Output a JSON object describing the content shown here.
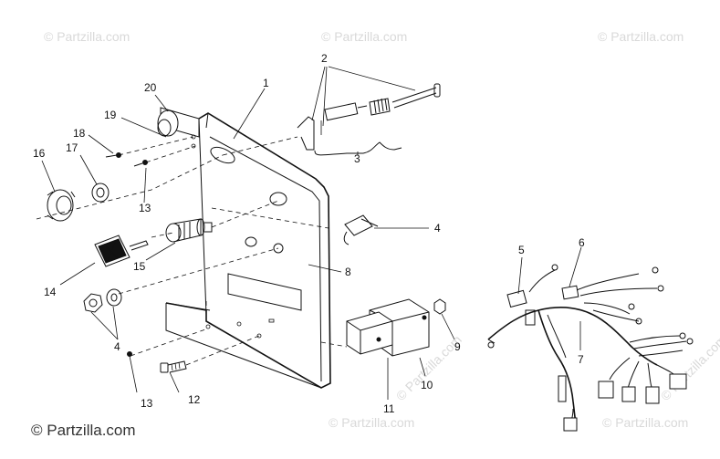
{
  "watermark": {
    "text": "© Partzilla.com",
    "color": "#d9d9d9"
  },
  "footer_text": "© Partzilla.com",
  "callouts": [
    {
      "id": "c1",
      "label": "1"
    },
    {
      "id": "c2",
      "label": "2"
    },
    {
      "id": "c3",
      "label": "3"
    },
    {
      "id": "c4a",
      "label": "4"
    },
    {
      "id": "c4b",
      "label": "4"
    },
    {
      "id": "c5",
      "label": "5"
    },
    {
      "id": "c6",
      "label": "6"
    },
    {
      "id": "c7",
      "label": "7"
    },
    {
      "id": "c8",
      "label": "8"
    },
    {
      "id": "c9",
      "label": "9"
    },
    {
      "id": "c10",
      "label": "10"
    },
    {
      "id": "c11",
      "label": "11"
    },
    {
      "id": "c12",
      "label": "12"
    },
    {
      "id": "c13a",
      "label": "13"
    },
    {
      "id": "c13b",
      "label": "13"
    },
    {
      "id": "c14",
      "label": "14"
    },
    {
      "id": "c15",
      "label": "15"
    },
    {
      "id": "c16",
      "label": "16"
    },
    {
      "id": "c17",
      "label": "17"
    },
    {
      "id": "c18",
      "label": "18"
    },
    {
      "id": "c19",
      "label": "19"
    },
    {
      "id": "c20",
      "label": "20"
    }
  ]
}
